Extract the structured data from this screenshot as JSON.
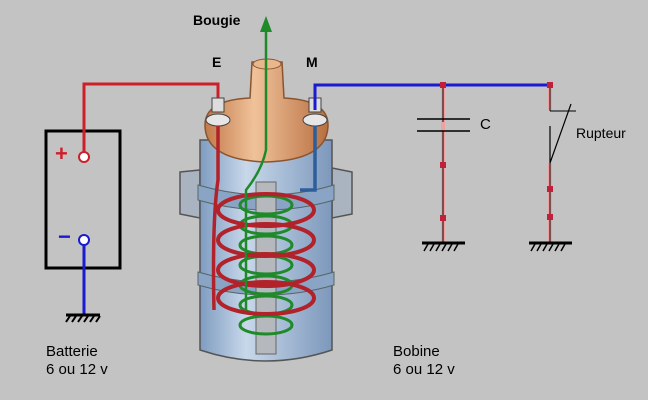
{
  "labels": {
    "spark_plug": "Bougie",
    "terminal_e": "E",
    "terminal_m": "M",
    "capacitor": "C",
    "breaker": "Rupteur",
    "plus": "+",
    "minus": "−"
  },
  "battery": {
    "title": "Batterie",
    "voltage": "6 ou 12 v"
  },
  "coil": {
    "title": "Bobine",
    "voltage": "6 ou 12 v"
  },
  "colors": {
    "background": "#c3c3c3",
    "positive": "#cc1f2a",
    "negative": "#1a1ad0",
    "secondary": "#1f8a2a",
    "coil_body": "#a9bfd8",
    "coil_cap": "#d9a074"
  }
}
